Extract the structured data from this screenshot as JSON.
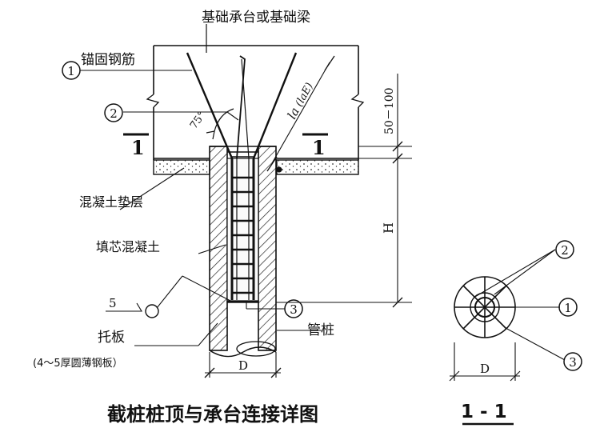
{
  "labels": {
    "cap_beam": "基础承台或基础梁",
    "anchor_bar": "锚固钢筋",
    "bedding": "混凝土垫层",
    "core_concrete": "填芯混凝土",
    "support_plate": "托板",
    "plate_note": "(4～5厚圆薄钢板）",
    "pipe_pile": "管桩",
    "title": "截桩桩顶与承台连接详图",
    "section_title": "1 - 1"
  },
  "callouts": {
    "c1": "1",
    "c2": "2",
    "c3": "3"
  },
  "section_marks": {
    "left": "1",
    "right": "1"
  },
  "dimensions": {
    "angle": "75°",
    "anchor_length_main": "la",
    "anchor_length_alt": "(laE)",
    "cover": "50－100",
    "height": "H",
    "diameter": "D",
    "section_diameter": "D",
    "weld": "5"
  }
}
